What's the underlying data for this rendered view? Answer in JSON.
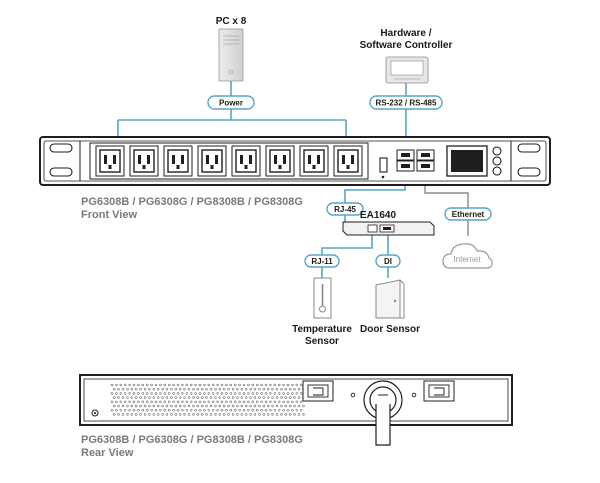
{
  "colors": {
    "connector": "#5aa6c4",
    "ethernet": "#8a8a8a",
    "device": "#1f1f1f",
    "caption_gray": "#7a7a7a"
  },
  "labels": {
    "pc": "PC x 8",
    "controller_line1": "Hardware /",
    "controller_line2": "Software Controller",
    "power_tag": "Power",
    "rs_tag": "RS-232 / RS-485",
    "rj45_tag": "RJ-45",
    "ea_model": "EA1640",
    "ethernet_tag": "Ethernet",
    "internet": "Internet",
    "rj11_tag": "RJ-11",
    "di_tag": "DI",
    "temp_line1": "Temperature",
    "temp_line2": "Sensor",
    "door": "Door Sensor",
    "front_model": "PG6308B / PG6308G / PG8308B / PG8308G",
    "front_view": "Front View",
    "rear_model": "PG6308B / PG6308G / PG8308B / PG8308G",
    "rear_view": "Rear View"
  },
  "icons": [
    "pc-tower-icon",
    "controller-monitor-icon",
    "cloud-icon",
    "thermometer-icon",
    "door-icon"
  ]
}
